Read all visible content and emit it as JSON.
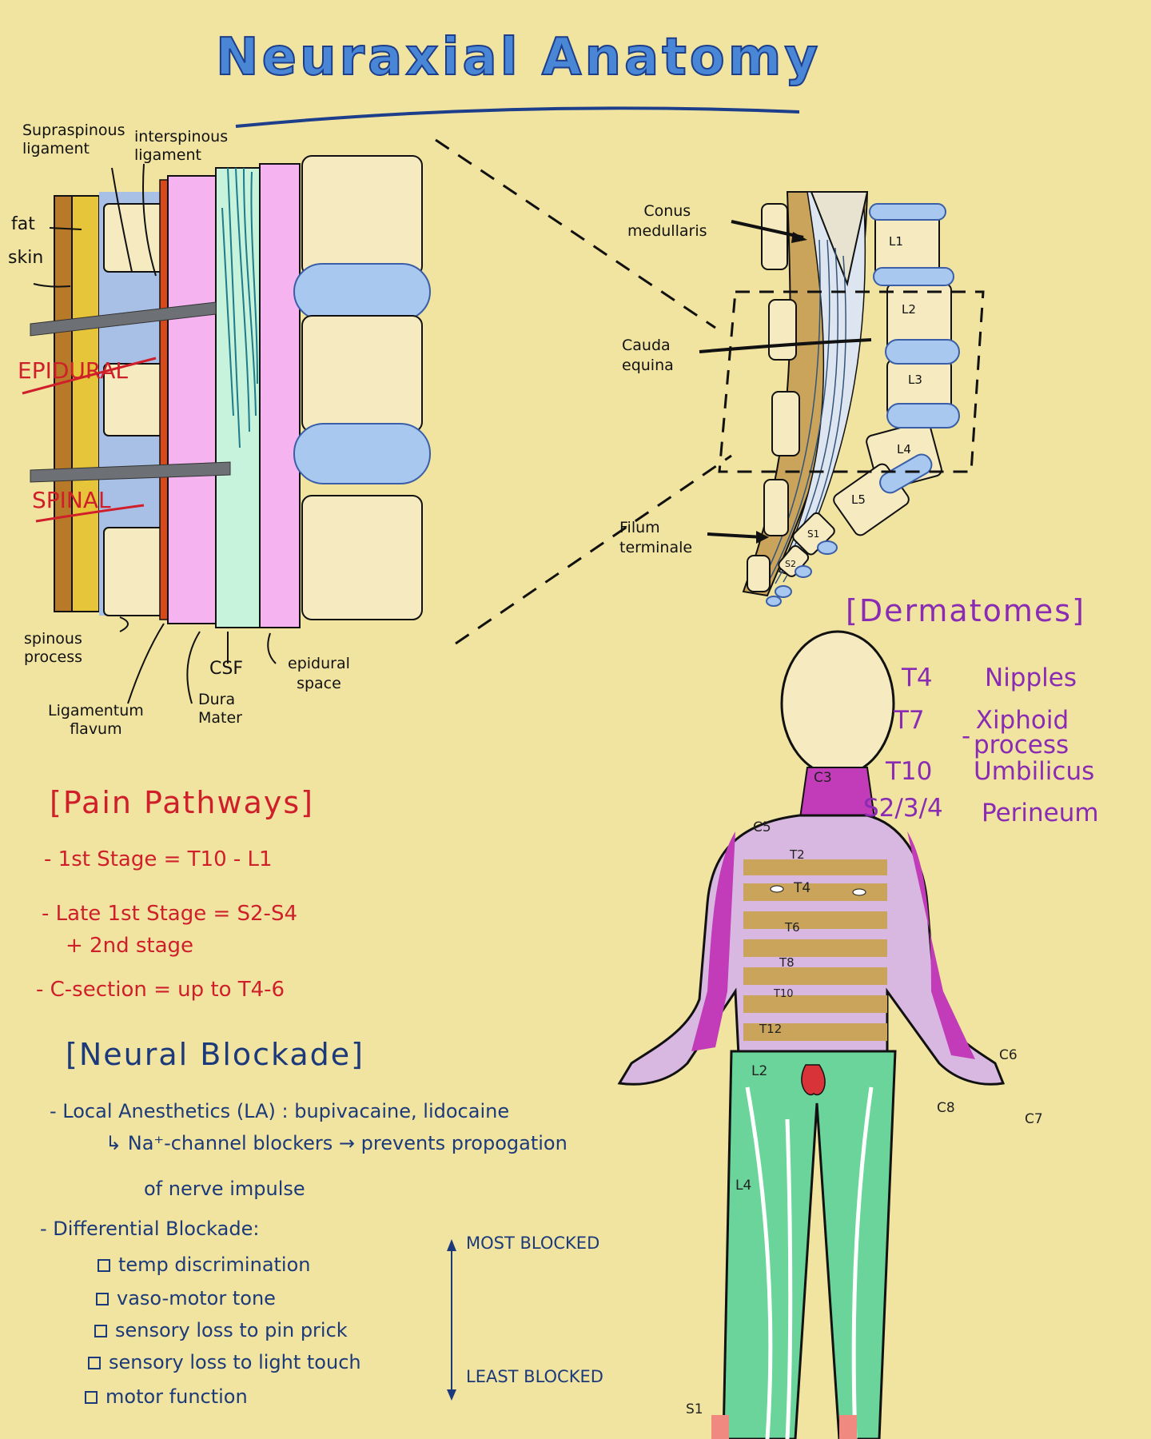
{
  "title": "Neuraxial Anatomy",
  "spine_section": {
    "labels": {
      "supraspinous": "Supraspinous\nligament",
      "interspinous": "interspinous\nligament",
      "fat": "fat",
      "skin": "skin",
      "epidural": "EPIDURAL",
      "spinal": "SPINAL",
      "spinous_process": "spinous\nprocess",
      "ligamentum_flavum": "Ligamentum\nflavum",
      "dura_mater": "Dura\nMater",
      "csf": "CSF",
      "epidural_space": "epidural\nspace"
    }
  },
  "lumbar_view": {
    "labels": {
      "conus": "Conus\nmedullaris",
      "cauda": "Cauda\nequina",
      "filum": "Filum\nterminale"
    },
    "vertebrae": [
      "L1",
      "L2",
      "L3",
      "L4",
      "L5",
      "S1",
      "S2"
    ]
  },
  "dermatomes": {
    "heading": "[Dermatomes]",
    "items": [
      {
        "level": "T4",
        "site": "Nipples"
      },
      {
        "level": "T7",
        "site": "Xiphoid\nprocess"
      },
      {
        "level": "T10",
        "site": "Umbilicus"
      },
      {
        "level": "S2/3/4",
        "site": "Perineum"
      }
    ],
    "body_labels": {
      "c3": "C3",
      "c5": "C5",
      "t2": "T2",
      "t4": "T4",
      "t6": "T6",
      "t8": "T8",
      "t10": "T10",
      "t12": "T12",
      "l2": "L2",
      "l4": "L4",
      "c6": "C6",
      "c7": "C7",
      "c8": "C8",
      "s1": "S1"
    }
  },
  "pain_pathways": {
    "heading": "[Pain Pathways]",
    "items": [
      "- 1st Stage = T10 - L1",
      "- Late 1st Stage = S2-S4",
      "+ 2nd stage",
      "- C-section = up to T4-6"
    ]
  },
  "neural_blockade": {
    "heading": "[Neural Blockade]",
    "lines": [
      "- Local Anesthetics (LA) : bupivacaine, lidocaine",
      "↳ Na⁺-channel blockers → prevents propogation",
      "of nerve impulse",
      "- Differential Blockade:"
    ],
    "checklist": [
      "temp discrimination",
      "vaso-motor tone",
      "sensory loss to pin prick",
      "sensory loss to light touch",
      "motor function"
    ],
    "most": "MOST BLOCKED",
    "least": "LEAST BLOCKED"
  },
  "colors": {
    "background": "#f1e4a0",
    "title": "#4a86d6",
    "red_text": "#cf1f2a",
    "purple_text": "#8a2bb3",
    "navy_text": "#1c3a7a",
    "disc_blue": "#a8c8f0",
    "dura_pink": "#f5b3f0",
    "csf_mint": "#c7f2dc",
    "dermatome_magenta": "#c23bb8",
    "dermatome_lilac": "#d8b8e0",
    "dermatome_tan": "#c9a45a",
    "dermatome_green": "#6ad49a"
  }
}
